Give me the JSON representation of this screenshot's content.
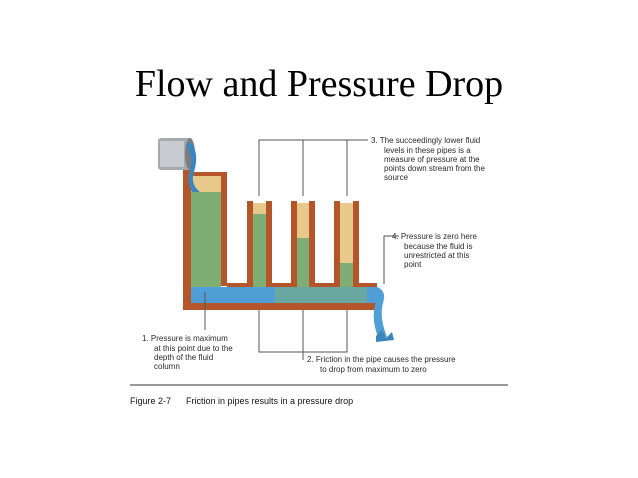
{
  "slide": {
    "title": "Flow and Pressure Drop"
  },
  "callouts": {
    "c1": {
      "lines": [
        "1.  Pressure is maximum",
        "at this point due to the",
        "depth of the fluid",
        "column"
      ]
    },
    "c2": {
      "lines": [
        "2.  Friction in the pipe causes the pressure",
        "to drop from maximum to zero"
      ]
    },
    "c3": {
      "lines": [
        "3.  The succeedingly lower fluid",
        "levels in these pipes is a",
        "measure of pressure at the",
        "points down stream from the",
        "source"
      ]
    },
    "c4": {
      "lines": [
        "4.  Pressure is zero here",
        "because the fluid is",
        "unrestricted at this",
        "point"
      ]
    }
  },
  "figure_caption": {
    "number": "Figure 2-7",
    "text": "Friction in pipes results in a pressure drop"
  },
  "colors": {
    "brick": "#b5562a",
    "water_blue": "#4f9fd6",
    "fluid_green": "#7fae74",
    "tan": "#e8c98c",
    "leader_line": "#555555"
  }
}
